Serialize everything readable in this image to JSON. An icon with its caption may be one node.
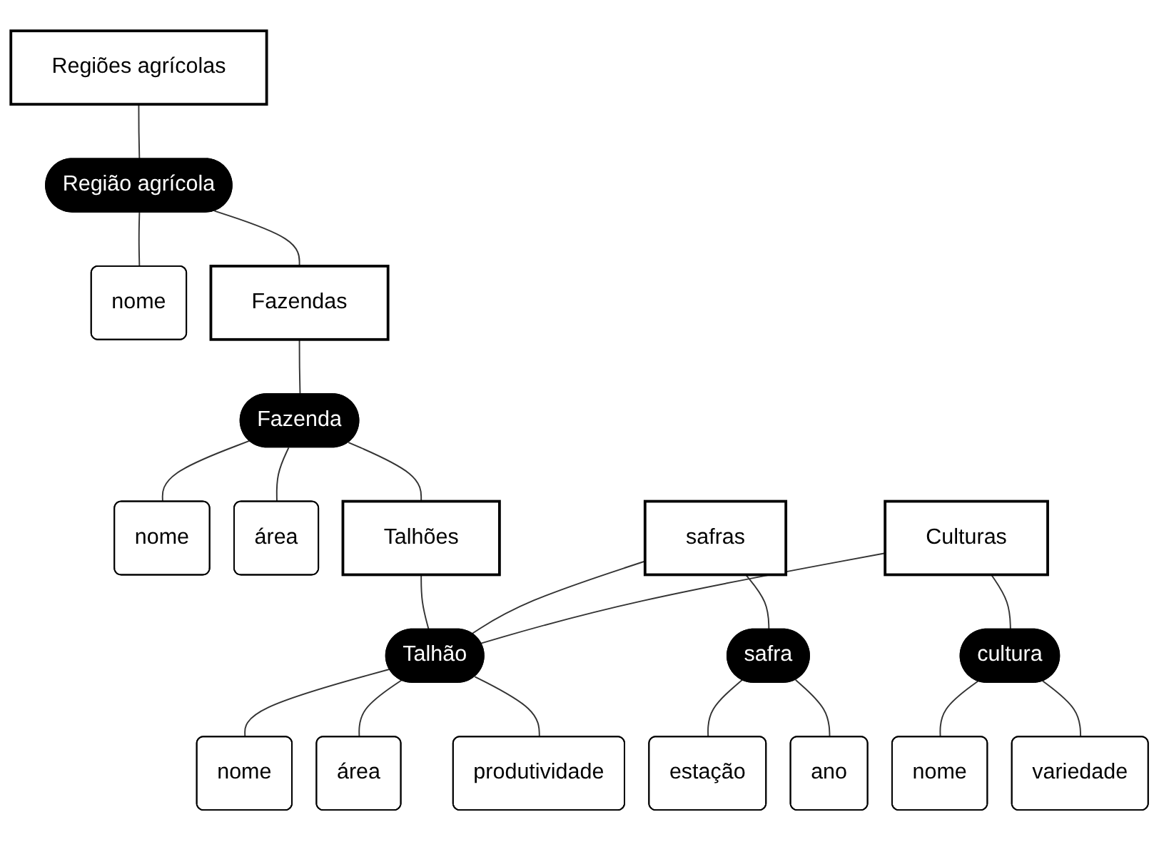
{
  "diagram": {
    "nodes": [
      {
        "text": [
          "Regiões agrícolas"
        ]
      },
      {
        "text": [
          "Região agrícola"
        ]
      },
      {
        "text": [
          "nome"
        ]
      },
      {
        "text": [
          "Fazendas"
        ]
      },
      {
        "text": [
          "Fazenda"
        ]
      },
      {
        "text": [
          "nome"
        ]
      },
      {
        "text": [
          "área"
        ]
      },
      {
        "text": [
          "safras"
        ]
      },
      {
        "text": [
          "Talhões"
        ]
      },
      {
        "text": [
          "Culturas"
        ]
      },
      {
        "text": [
          "safra"
        ]
      },
      {
        "text": [
          "Talhão"
        ]
      },
      {
        "text": [
          "cultura"
        ]
      },
      {
        "text": [
          "estação"
        ]
      },
      {
        "text": [
          "ano"
        ]
      },
      {
        "text": [
          "nome"
        ]
      },
      {
        "text": [
          "variedade"
        ]
      },
      {
        "text": [
          "nome"
        ]
      },
      {
        "text": [
          "área"
        ]
      },
      {
        "text": [
          "produtividade"
        ]
      }
    ],
    "edges": [
      {
        "from": 0,
        "to": 1,
        "arrow": "none"
      },
      {
        "from": 1,
        "to": 2,
        "arrow": "none"
      },
      {
        "from": 1,
        "to": 3,
        "arrow": "none"
      },
      {
        "from": 3,
        "to": 4,
        "arrow": "none"
      },
      {
        "from": 4,
        "to": 5,
        "arrow": "none"
      },
      {
        "from": 4,
        "to": 6,
        "arrow": "none"
      },
      {
        "from": 4,
        "to": 8,
        "arrow": "none"
      },
      {
        "from": 8,
        "to": 11,
        "arrow": "none"
      },
      {
        "from": 7,
        "to": 11,
        "arrow": "none"
      },
      {
        "from": 7,
        "to": 10,
        "arrow": "none"
      },
      {
        "from": 10,
        "to": 13,
        "arrow": "none"
      },
      {
        "from": 10,
        "to": 14,
        "arrow": "none"
      },
      {
        "from": 9,
        "to": 11,
        "arrow": "none"
      },
      {
        "from": 9,
        "to": 12,
        "arrow": "none"
      },
      {
        "from": 12,
        "to": 15,
        "arrow": "none"
      },
      {
        "from": 12,
        "to": 16,
        "arrow": "none"
      },
      {
        "from": 11,
        "to": 17,
        "arrow": "none"
      },
      {
        "from": 11,
        "to": 18,
        "arrow": "none"
      },
      {
        "from": 11,
        "to": 19,
        "arrow": "none"
      }
    ]
  }
}
